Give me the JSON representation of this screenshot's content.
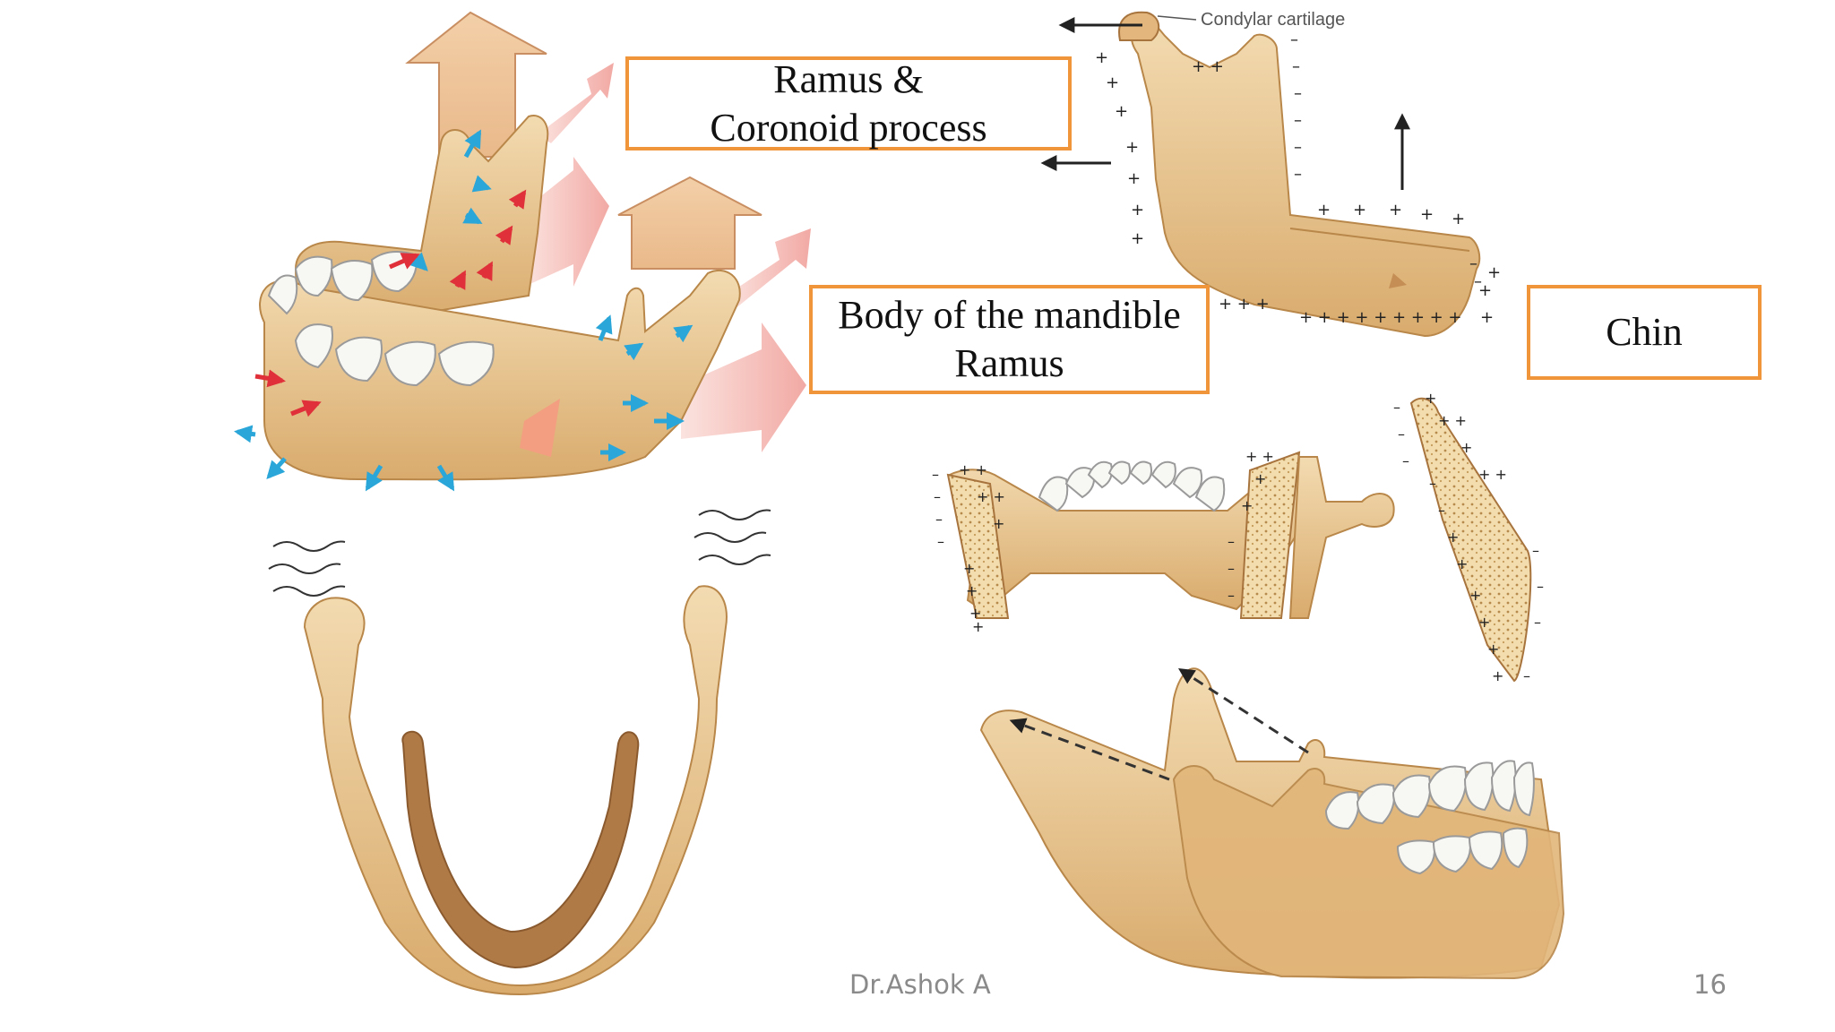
{
  "labels": {
    "ramus_coronoid_line1": "Ramus &",
    "ramus_coronoid_line2": "Coronoid process",
    "body_line1": "Body of the mandible",
    "body_line2": "Ramus",
    "chin": "Chin"
  },
  "diagram_text": {
    "condylar_cartilage": "Condylar cartilage"
  },
  "footer": {
    "author": "Dr.Ashok A",
    "page_number": "16"
  },
  "colors": {
    "bone": "#e8c48f",
    "bone_shadow": "#c99a5e",
    "growth_arrow": "#f6c4c0",
    "box_border": "#f0953a",
    "blue_arrow": "#2aa6d8",
    "red_arrow": "#e0303a"
  }
}
